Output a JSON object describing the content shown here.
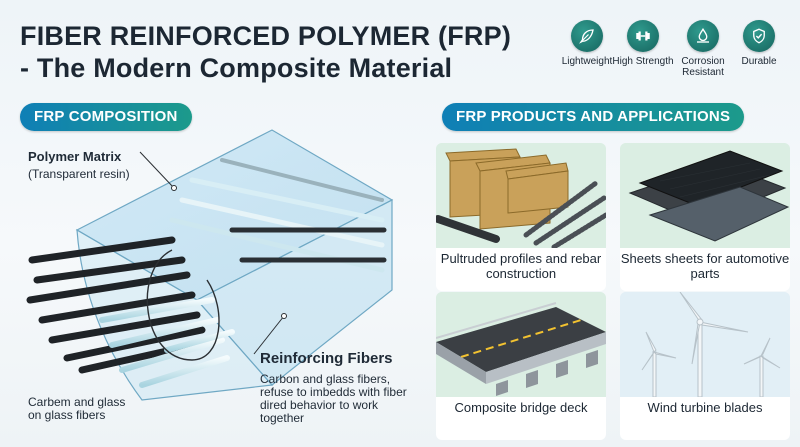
{
  "header": {
    "title_line1": "FIBER REINFORCED POLYMER (FRP)",
    "title_line2": "- The Modern Composite Material"
  },
  "badges": [
    {
      "label": "Lightweight",
      "icon": "feather-icon"
    },
    {
      "label": "High Strength",
      "icon": "dumbbell-icon"
    },
    {
      "label": "Corrosion Resistant",
      "icon": "water-drop-icon"
    },
    {
      "label": "Durable",
      "icon": "shield-check-icon"
    }
  ],
  "composition": {
    "heading": "FRP COMPOSITION",
    "matrix_title": "Polymer Matrix",
    "matrix_sub": "(Transparent resin)",
    "fibers_title": "Reinforcing Fibers",
    "fibers_desc": "Carbon and glass fibers, refuse to imbedds with fiber dired behavior to work together",
    "bottom_note": "Carbem and glass on glass fibers"
  },
  "products": {
    "heading": "FRP PRODUCTS AND APPLICATIONS",
    "items": [
      {
        "caption": "Pultruded profiles and rebar construction"
      },
      {
        "caption": "Sheets sheets for automotive parts"
      },
      {
        "caption": "Composite bridge deck"
      },
      {
        "caption": "Wind turbine blades"
      }
    ]
  },
  "colors": {
    "accent_start": "#0f7fb6",
    "accent_end": "#1c9a8b",
    "icon_teal": "#16645e"
  }
}
